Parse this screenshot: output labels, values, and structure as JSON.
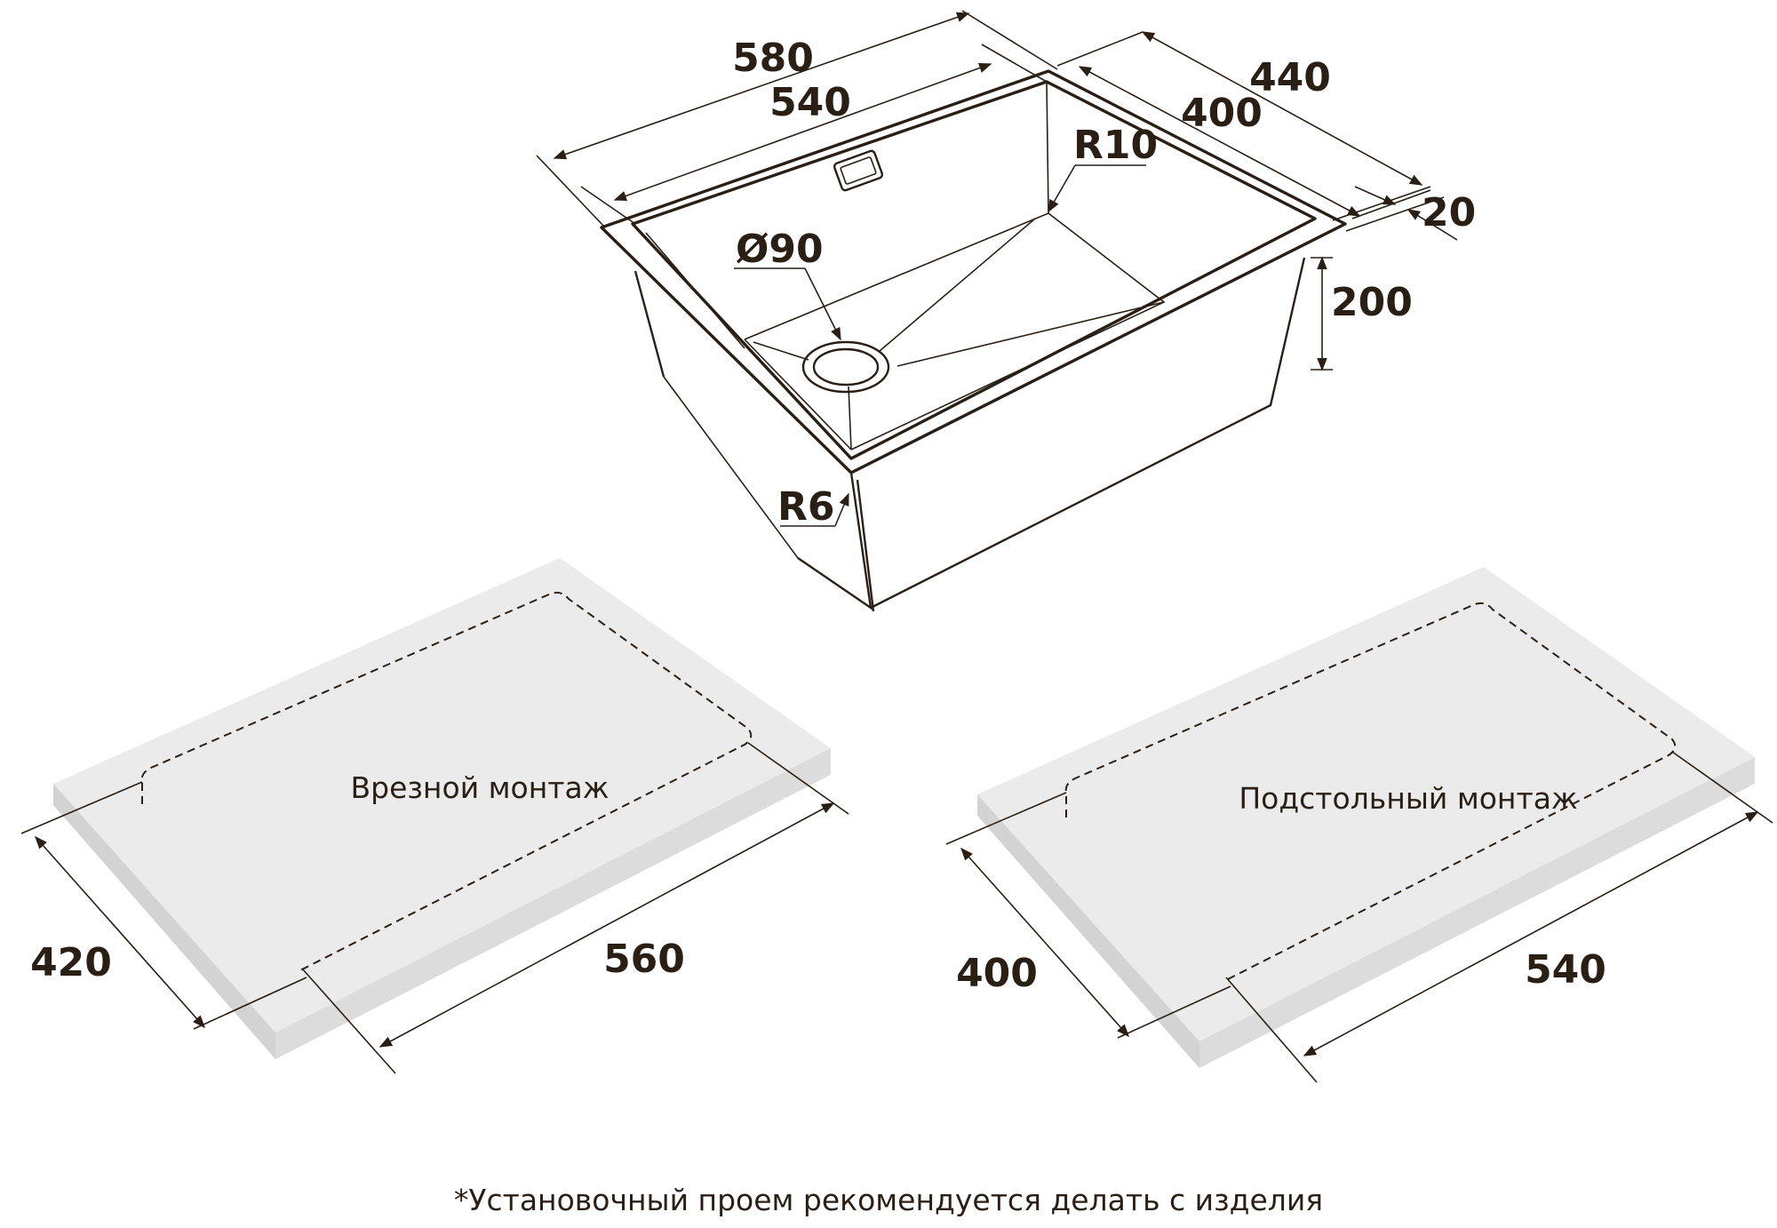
{
  "sink_dimensions": {
    "outer_length": "580",
    "bowl_length": "540",
    "outer_width": "440",
    "bowl_width": "400",
    "corner_radius_inner": "R10",
    "corner_radius_outer": "R6",
    "drain_diameter": "Ø90",
    "flange": "20",
    "depth": "200"
  },
  "overmount": {
    "caption": "Врезной монтаж",
    "width": "420",
    "length": "560"
  },
  "undermount": {
    "caption": "Подстольный монтаж",
    "width": "400",
    "length": "540"
  },
  "footnote": "*Установочный проем рекомендуется делать с изделия",
  "colors": {
    "line": "#2a1f14",
    "slab_top": "#ebebeb",
    "slab_side": "#dcdcdc",
    "slab_front": "#d3d3d3"
  }
}
